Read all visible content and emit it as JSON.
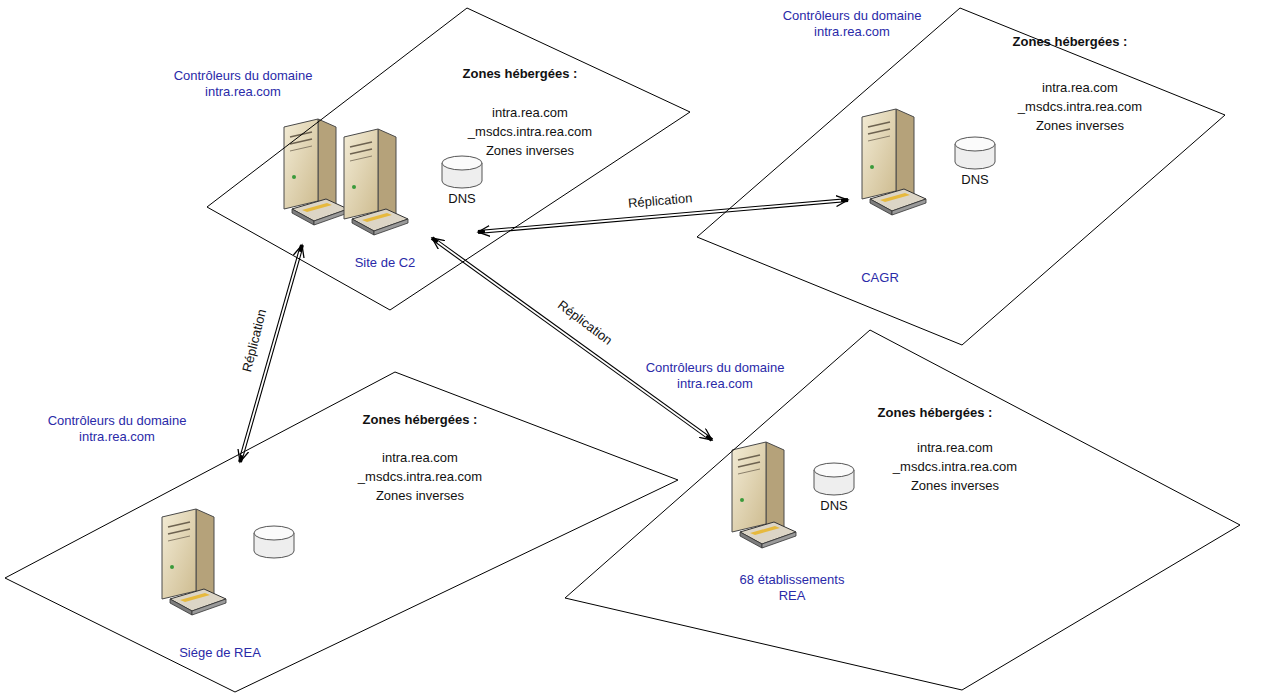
{
  "diagram": {
    "nodes": [
      {
        "text": [
          "Contrôleurs du domaine intra.rea.com",
          "Zones hébergées :",
          "intra.rea.com",
          "_msdcs.intra.rea.com",
          "Zones inverses",
          "DNS",
          "Site de C2"
        ]
      },
      {
        "text": [
          "Contrôleurs du domaine intra.rea.com",
          "Zones hébergées :",
          "intra.rea.com",
          "_msdcs.intra.rea.com",
          "Zones inverses",
          "DNS",
          "CAGR"
        ]
      },
      {
        "text": [
          "Contrôleurs du domaine intra.rea.com",
          "Zones hébergées :",
          "intra.rea.com",
          "_msdcs.intra.rea.com",
          "Zones inverses",
          "Siége de REA"
        ]
      },
      {
        "text": [
          "Contrôleurs du domaine intra.rea.com",
          "Zones hébergées :",
          "intra.rea.com",
          "_msdcs.intra.rea.com",
          "Zones inverses",
          "DNS",
          "68 établissements REA"
        ]
      }
    ],
    "edges": [
      {
        "from": 0,
        "to": 1,
        "label": "Réplication",
        "arrow": "both"
      },
      {
        "from": 0,
        "to": 2,
        "label": "Réplication",
        "arrow": "both"
      },
      {
        "from": 0,
        "to": 3,
        "label": "Réplication",
        "arrow": "both"
      }
    ]
  }
}
